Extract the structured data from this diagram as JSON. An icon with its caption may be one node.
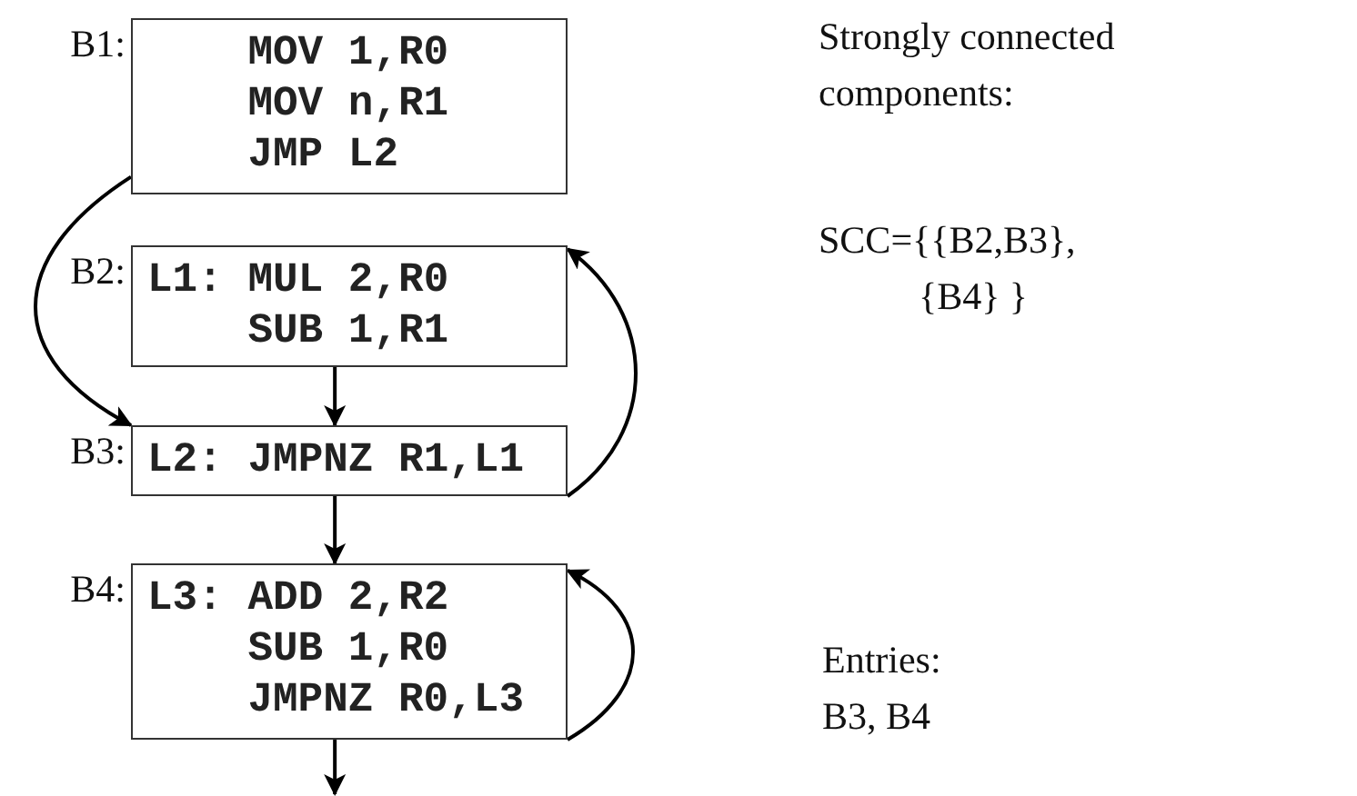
{
  "diagram": {
    "nodes": [
      {
        "text": [
          "MOV 1,R0",
          "MOV n,R1",
          "JMP L2"
        ],
        "beside": [
          "B1:"
        ]
      },
      {
        "text": [
          "L1: MUL 2,R0",
          "SUB 1,R1"
        ],
        "beside": [
          "B2:"
        ]
      },
      {
        "text": [
          "L2: JMPNZ R1,L1"
        ],
        "beside": [
          "B3:"
        ]
      },
      {
        "text": [
          "L3: ADD 2,R2",
          "SUB 1,R0",
          "JMPNZ R0,L3"
        ],
        "beside": [
          "B4:"
        ]
      }
    ],
    "edges": [
      {
        "from": 0,
        "to": 2,
        "arrow": "to"
      },
      {
        "from": 1,
        "to": 2,
        "arrow": "to"
      },
      {
        "from": 2,
        "to": 1,
        "arrow": "to"
      },
      {
        "from": 2,
        "to": 3,
        "arrow": "to"
      },
      {
        "from": 3,
        "to": 3,
        "arrow": "to"
      },
      {
        "from": 3,
        "to": null,
        "arrow": "to"
      }
    ],
    "labels": [
      "Strongly connected components:",
      "SCC={{B2,B3}, {B4} }",
      "Entries: B3, B4"
    ]
  }
}
